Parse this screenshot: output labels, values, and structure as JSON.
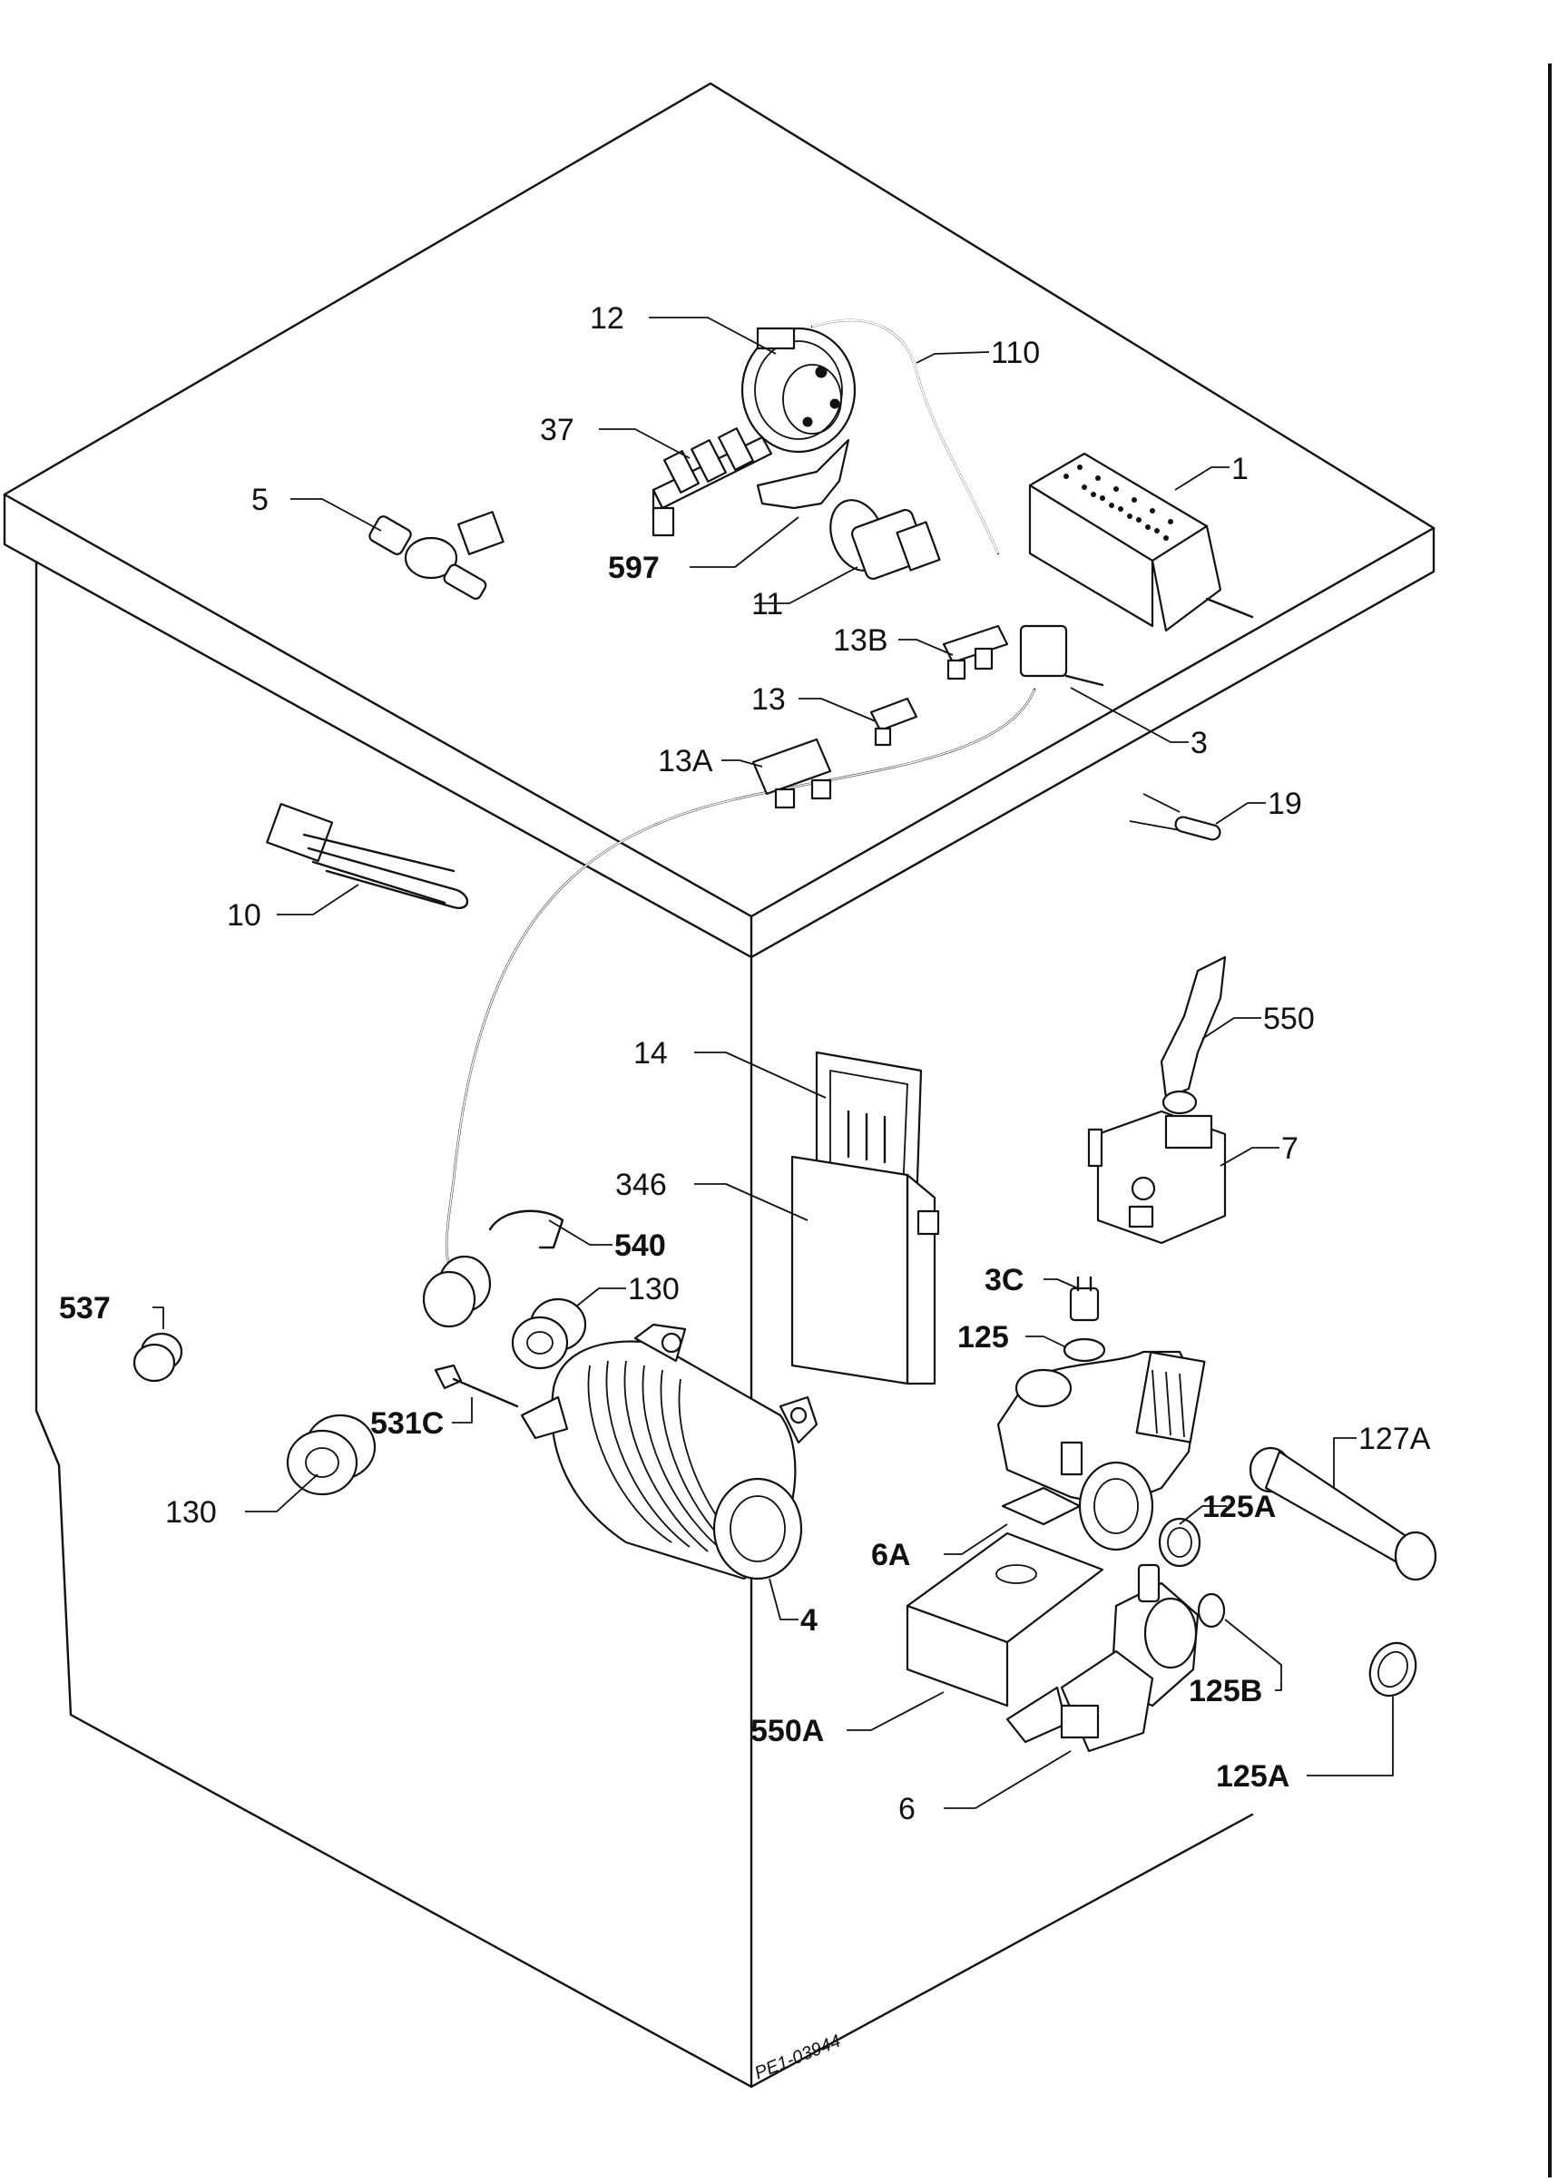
{
  "drawing_code": "PE1-03944",
  "labels": {
    "l12": "12",
    "l110": "110",
    "l37": "37",
    "l5": "5",
    "l1": "1",
    "l597": "597",
    "l11": "11",
    "l13b": "13B",
    "l13": "13",
    "l3": "3",
    "l13a": "13A",
    "l19": "19",
    "l10": "10",
    "l550": "550",
    "l14": "14",
    "l7": "7",
    "l346": "346",
    "l540": "540",
    "l537": "537",
    "l130a": "130",
    "l3c": "3C",
    "l125": "125",
    "l127a": "127A",
    "l531c": "531C",
    "l125a1": "125A",
    "l130b": "130",
    "l6a": "6A",
    "l4": "4",
    "l125b": "125B",
    "l550a": "550A",
    "l125a2": "125A",
    "l6": "6"
  }
}
